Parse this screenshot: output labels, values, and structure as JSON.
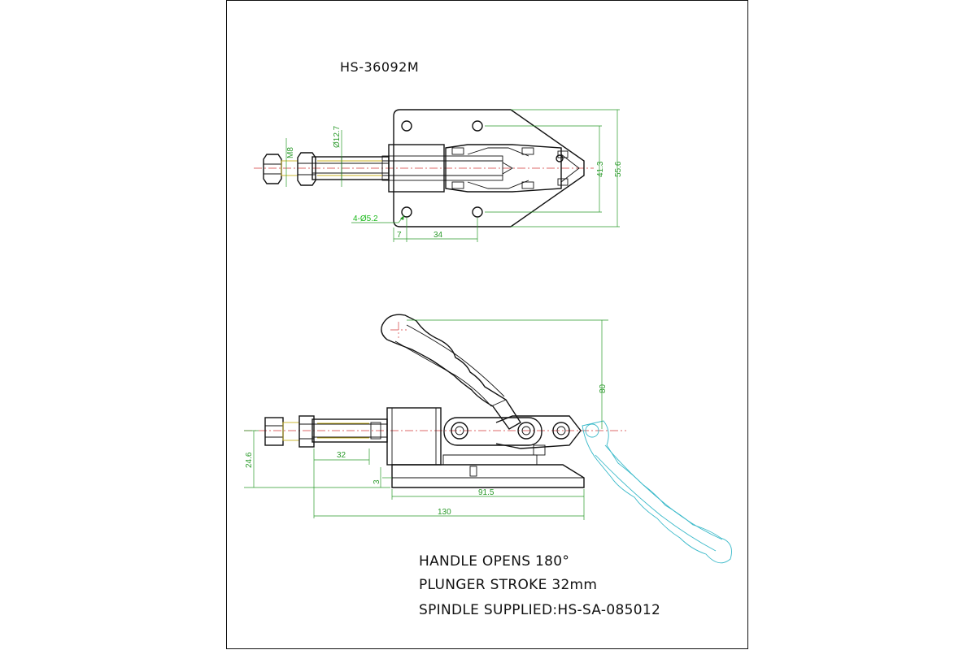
{
  "title": "HS-36092M",
  "notes": [
    "HANDLE OPENS 180°",
    "PLUNGER STROKE 32mm",
    "SPINDLE SUPPLIED:HS-SA-085012"
  ],
  "top_view_dims": {
    "thread": "M8",
    "shaft_dia": "Ø12.7",
    "holes": "4-Ø5.2",
    "edge_offset": "7",
    "hole_spacing": "34",
    "height_inner": "41.3",
    "height_outer": "55.6"
  },
  "side_view_dims": {
    "stroke": "32",
    "base_height": "24.6",
    "base_thickness": "3",
    "handle_height": "80",
    "base_length": "91.5",
    "overall_length": "130"
  }
}
